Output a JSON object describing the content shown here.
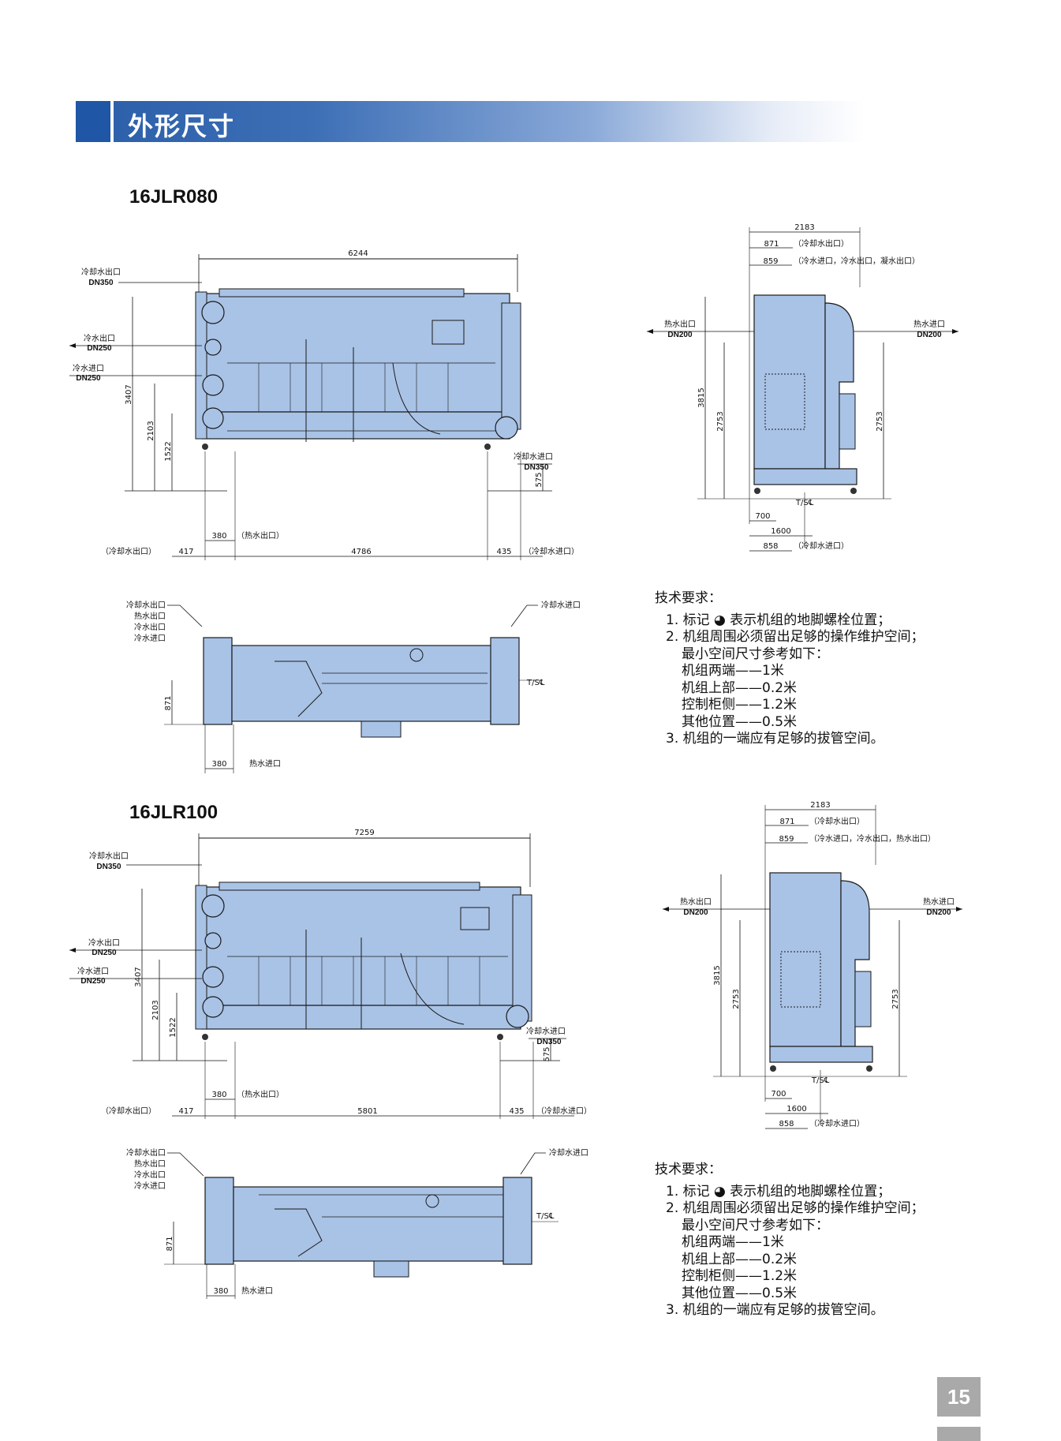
{
  "header": {
    "title": "外形尺寸"
  },
  "page_number": "15",
  "colors": {
    "header_blue": "#1f56a6",
    "unit_fill": "#a9c3e6",
    "unit_stroke": "#1a1a1a"
  },
  "models": [
    {
      "name": "16JLR080",
      "front": {
        "width_total": "6244",
        "label_cw_out": "冷却水出口",
        "cw_out_dn": "DN350",
        "label_chw_out": "冷水出口",
        "chw_out_dn": "DN250",
        "label_chw_in": "冷水进口",
        "chw_in_dn": "DN250",
        "label_cw_in": "冷却水进口",
        "cw_in_dn": "DN350",
        "h1": "3407",
        "h2": "2103",
        "h3": "1522",
        "h4": "575",
        "dim_380": "380",
        "label_hw_out_p": "（热水出口）",
        "label_cw_out_p": "（冷却水出口）",
        "dim_417": "417",
        "dim_mid": "4786",
        "dim_435": "435",
        "label_cw_in_p": "（冷却水进口）"
      },
      "side": {
        "w_total": "2183",
        "d_871": "871",
        "l_871": "（冷却水出口）",
        "d_859": "859",
        "l_859": "（冷水进口，冷水出口，凝水出口）",
        "label_hw_out": "热水出口",
        "hw_out_dn": "DN200",
        "label_hw_in": "热水进口",
        "hw_in_dn": "DN200",
        "h_total": "3815",
        "h_2753a": "2753",
        "h_2753b": "2753",
        "ts": "T/S℄",
        "d_700": "700",
        "d_1600": "1600",
        "d_858": "858",
        "l_858": "（冷却水进口）"
      },
      "plan": {
        "labels_left": [
          "冷却水出口",
          "热水出口",
          "冷水出口",
          "冷水进口"
        ],
        "label_right": "冷却水进口",
        "ts": "T/S℄",
        "d_871": "871",
        "d_380": "380",
        "label_hw_in": "热水进口"
      },
      "notes": {
        "heading": "技术要求：",
        "items": [
          "1. 标记 ◕ 表示机组的地脚螺栓位置；",
          "2. 机组周围必须留出足够的操作维护空间；"
        ],
        "sub": [
          "最小空间尺寸参考如下：",
          "机组两端——1米",
          "机组上部——0.2米",
          "控制柜侧——1.2米",
          "其他位置——0.5米"
        ],
        "last": "3. 机组的一端应有足够的拔管空间。"
      }
    },
    {
      "name": "16JLR100",
      "front": {
        "width_total": "7259",
        "label_cw_out": "冷却水出口",
        "cw_out_dn": "DN350",
        "label_chw_out": "冷水出口",
        "chw_out_dn": "DN250",
        "label_chw_in": "冷水进口",
        "chw_in_dn": "DN250",
        "label_cw_in": "冷却水进口",
        "cw_in_dn": "DN350",
        "h1": "3407",
        "h2": "2103",
        "h3": "1522",
        "h4": "575",
        "dim_380": "380",
        "label_hw_out_p": "（热水出口）",
        "label_cw_out_p": "（冷却水出口）",
        "dim_417": "417",
        "dim_mid": "5801",
        "dim_435": "435",
        "label_cw_in_p": "（冷却水进口）"
      },
      "side": {
        "w_total": "2183",
        "d_871": "871",
        "l_871": "（冷却水出口）",
        "d_859": "859",
        "l_859": "（冷水进口，冷水出口，热水出口）",
        "label_hw_out": "热水出口",
        "hw_out_dn": "DN200",
        "label_hw_in": "热水进口",
        "hw_in_dn": "DN200",
        "h_total": "3815",
        "h_2753a": "2753",
        "h_2753b": "2753",
        "ts": "T/S℄",
        "d_700": "700",
        "d_1600": "1600",
        "d_858": "858",
        "l_858": "（冷却水进口）"
      },
      "plan": {
        "labels_left": [
          "冷却水出口",
          "热水出口",
          "冷水出口",
          "冷水进口"
        ],
        "label_right": "冷却水进口",
        "ts": "T/S℄",
        "d_871": "871",
        "d_380": "380",
        "label_hw_in": "热水进口"
      },
      "notes": {
        "heading": "技术要求：",
        "items": [
          "1. 标记 ◕ 表示机组的地脚螺栓位置；",
          "2. 机组周围必须留出足够的操作维护空间；"
        ],
        "sub": [
          "最小空间尺寸参考如下：",
          "机组两端——1米",
          "机组上部——0.2米",
          "控制柜侧——1.2米",
          "其他位置——0.5米"
        ],
        "last": "3. 机组的一端应有足够的拔管空间。"
      }
    }
  ]
}
